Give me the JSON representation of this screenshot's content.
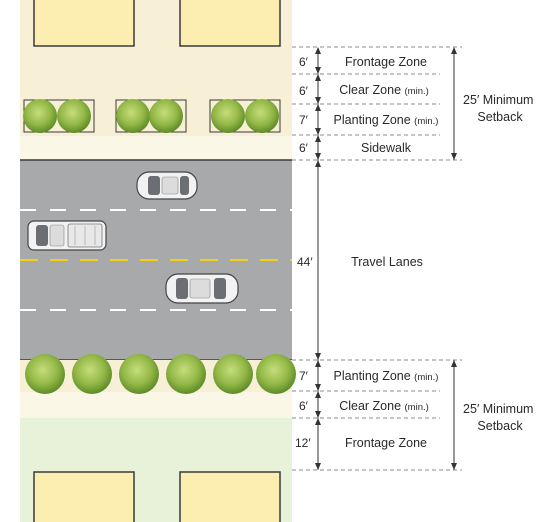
{
  "colors": {
    "frontage_top": "#f7f0d6",
    "setback_upper": "#fbf5de",
    "building": "#fbeeb0",
    "building_stroke": "#3a3a3a",
    "road": "#a8a9ab",
    "lane_white": "#ffffff",
    "lane_yellow": "#f3d11a",
    "frontage_bottom": "#e7f2d9",
    "tree_light": "#a9c95a",
    "tree_dark": "#6f9a2f",
    "dim_line": "#555555",
    "text": "#2a2a2a"
  },
  "top_segments": [
    {
      "dim": "6′",
      "label": "Frontage Zone"
    },
    {
      "dim": "6′",
      "label": "Clear Zone",
      "note": "(min.)"
    },
    {
      "dim": "7′",
      "label": "Planting Zone",
      "note": "(min.)"
    },
    {
      "dim": "6′",
      "label": "Sidewalk"
    }
  ],
  "travel": {
    "dim": "44′",
    "label": "Travel Lanes"
  },
  "bottom_segments": [
    {
      "dim": "7′",
      "label": "Planting Zone",
      "note": "(min.)"
    },
    {
      "dim": "6′",
      "label": "Clear Zone",
      "note": "(min.)"
    },
    {
      "dim": "12′",
      "label": "Frontage Zone"
    }
  ],
  "setback_top": {
    "line1": "25′ Minimum",
    "line2": "Setback"
  },
  "setback_bottom": {
    "line1": "25′ Minimum",
    "line2": "Setback"
  }
}
